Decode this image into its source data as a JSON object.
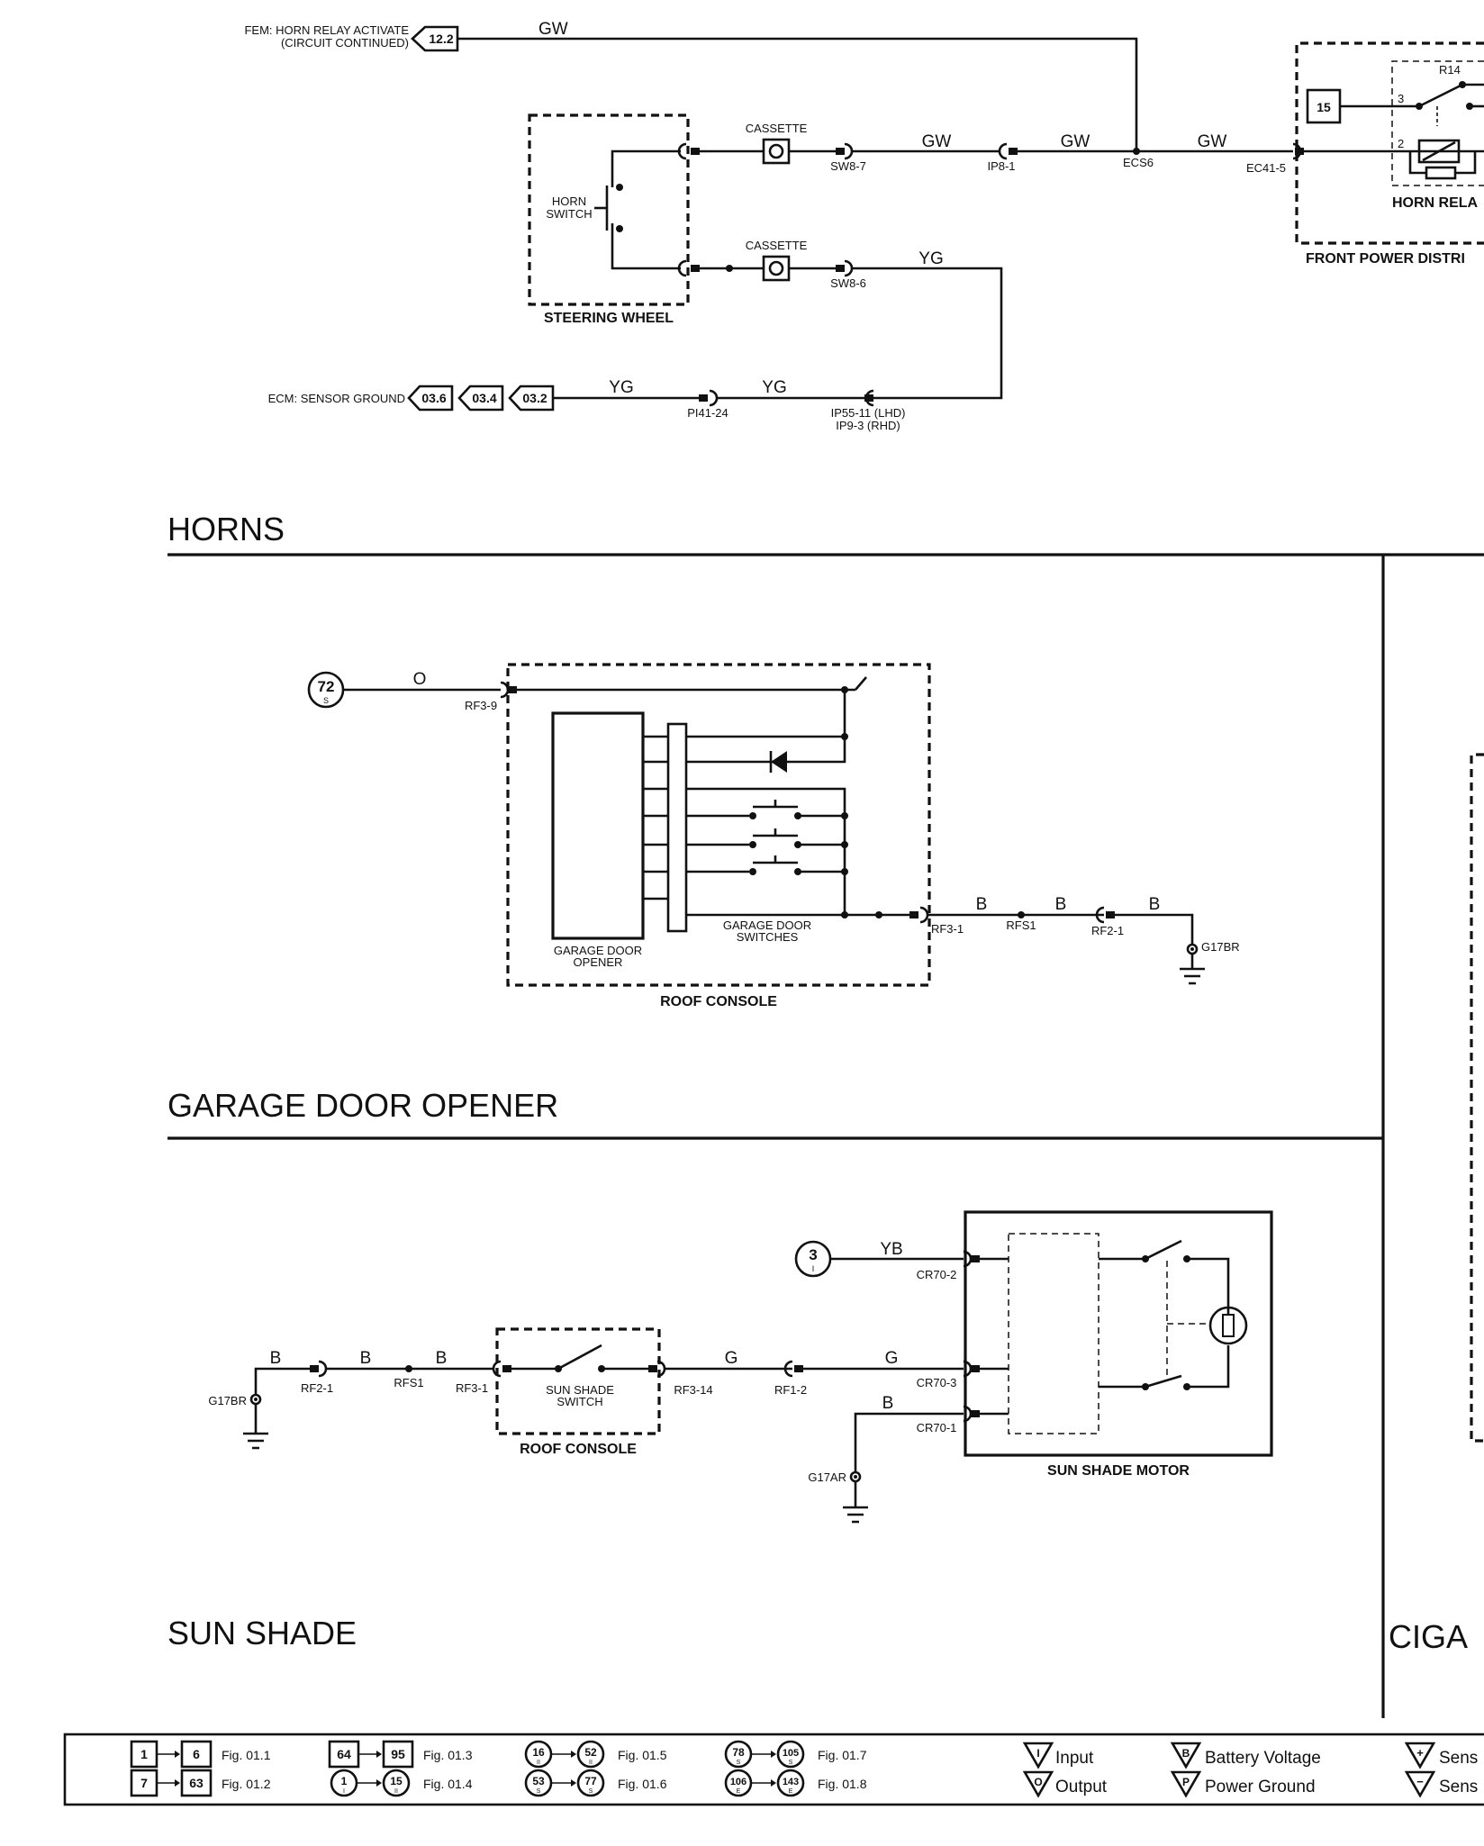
{
  "horns": {
    "title": "HORNS",
    "fem_line1": "FEM: HORN RELAY ACTIVATE",
    "fem_line2": "(CIRCUIT CONTINUED)",
    "fem_ref": "12.2",
    "wire_gw": "GW",
    "wire_yg": "YG",
    "steering_wheel": "STEERING WHEEL",
    "horn_switch_1": "HORN",
    "horn_switch_2": "SWITCH",
    "cassette": "CASSETTE",
    "sw8_7": "SW8-7",
    "sw8_6": "SW8-6",
    "ip8_1": "IP8-1",
    "ecs6": "ECS6",
    "ec41_5": "EC41-5",
    "fuse_15": "15",
    "r14": "R14",
    "pin3": "3",
    "pin2": "2",
    "horn_relay": "HORN RELA",
    "front_power": "FRONT POWER DISTRI",
    "ecm_ground": "ECM: SENSOR GROUND",
    "ecm_refs": [
      "03.6",
      "03.4",
      "03.2"
    ],
    "pi41_24": "PI41-24",
    "ip55_11": "IP55-11 (LHD)",
    "ip9_3": "IP9-3 (RHD)"
  },
  "garage": {
    "title": "GARAGE DOOR OPENER",
    "circ_num": "72",
    "circ_sub": "S",
    "wire_o": "O",
    "wire_b": "B",
    "rf3_9": "RF3-9",
    "rf3_1": "RF3-1",
    "rfs1": "RFS1",
    "rf2_1": "RF2-1",
    "g17br": "G17BR",
    "opener_1": "GARAGE DOOR",
    "opener_2": "OPENER",
    "switches_1": "GARAGE DOOR",
    "switches_2": "SWITCHES",
    "roof_console": "ROOF CONSOLE"
  },
  "sunshade": {
    "title": "SUN SHADE",
    "circ_num": "3",
    "circ_sub": "I",
    "wire_yb": "YB",
    "wire_b": "B",
    "wire_g": "G",
    "cr70_2": "CR70-2",
    "cr70_3": "CR70-3",
    "cr70_1": "CR70-1",
    "g17br": "G17BR",
    "rf2_1": "RF2-1",
    "rfs1": "RFS1",
    "rf3_1": "RF3-1",
    "rf3_14": "RF3-14",
    "rf1_2": "RF1-2",
    "g17ar": "G17AR",
    "switch_1": "SUN SHADE",
    "switch_2": "SWITCH",
    "roof_console": "ROOF CONSOLE",
    "motor": "SUN SHADE MOTOR"
  },
  "ciga": {
    "title": "CIGA"
  },
  "legend": {
    "box_pairs": [
      {
        "from": "1",
        "to": "6",
        "fig": "Fig. 01.1"
      },
      {
        "from": "7",
        "to": "63",
        "fig": "Fig. 01.2"
      },
      {
        "from": "64",
        "to": "95",
        "fig": "Fig. 01.3"
      }
    ],
    "circle_pairs": [
      {
        "from": "1",
        "fs": "I",
        "to": "15",
        "ts": "II",
        "fig": "Fig. 01.4"
      },
      {
        "from": "16",
        "fs": "II",
        "to": "52",
        "ts": "II",
        "fig": "Fig. 01.5"
      },
      {
        "from": "53",
        "fs": "S",
        "to": "77",
        "ts": "S",
        "fig": "Fig. 01.6"
      },
      {
        "from": "78",
        "fs": "S",
        "to": "105",
        "ts": "S",
        "fig": "Fig. 01.7"
      },
      {
        "from": "106",
        "fs": "E",
        "to": "143",
        "ts": "E",
        "fig": "Fig. 01.8"
      }
    ],
    "symbols": [
      {
        "code": "I",
        "label": "Input"
      },
      {
        "code": "O",
        "label": "Output"
      },
      {
        "code": "B",
        "label": "Battery Voltage"
      },
      {
        "code": "P",
        "label": "Power Ground"
      },
      {
        "code": "+",
        "label": "Sens"
      },
      {
        "code": "−",
        "label": "Sens"
      }
    ]
  }
}
